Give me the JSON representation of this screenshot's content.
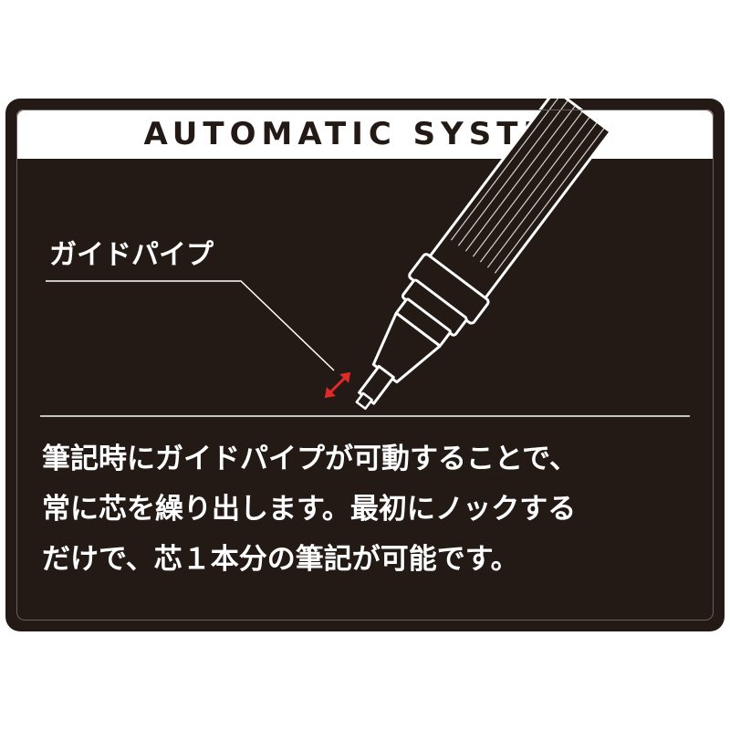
{
  "title": "AUTOMATIC SYSTEM",
  "callout_label": "ガイドパイプ",
  "description": {
    "line1": "筆記時にガイドパイプが可動することで、",
    "line2": "常に芯を繰り出します。最初にノックする",
    "line3": "だけで、芯１本分の筆記が可能です。"
  },
  "colors": {
    "panel_background": "#231a16",
    "title_background": "#ffffff",
    "text": "#ffffff",
    "arrow_accent": "#e02a2a"
  },
  "icons": [
    "mechanical-pencil-tip-icon",
    "double-arrow-icon"
  ]
}
